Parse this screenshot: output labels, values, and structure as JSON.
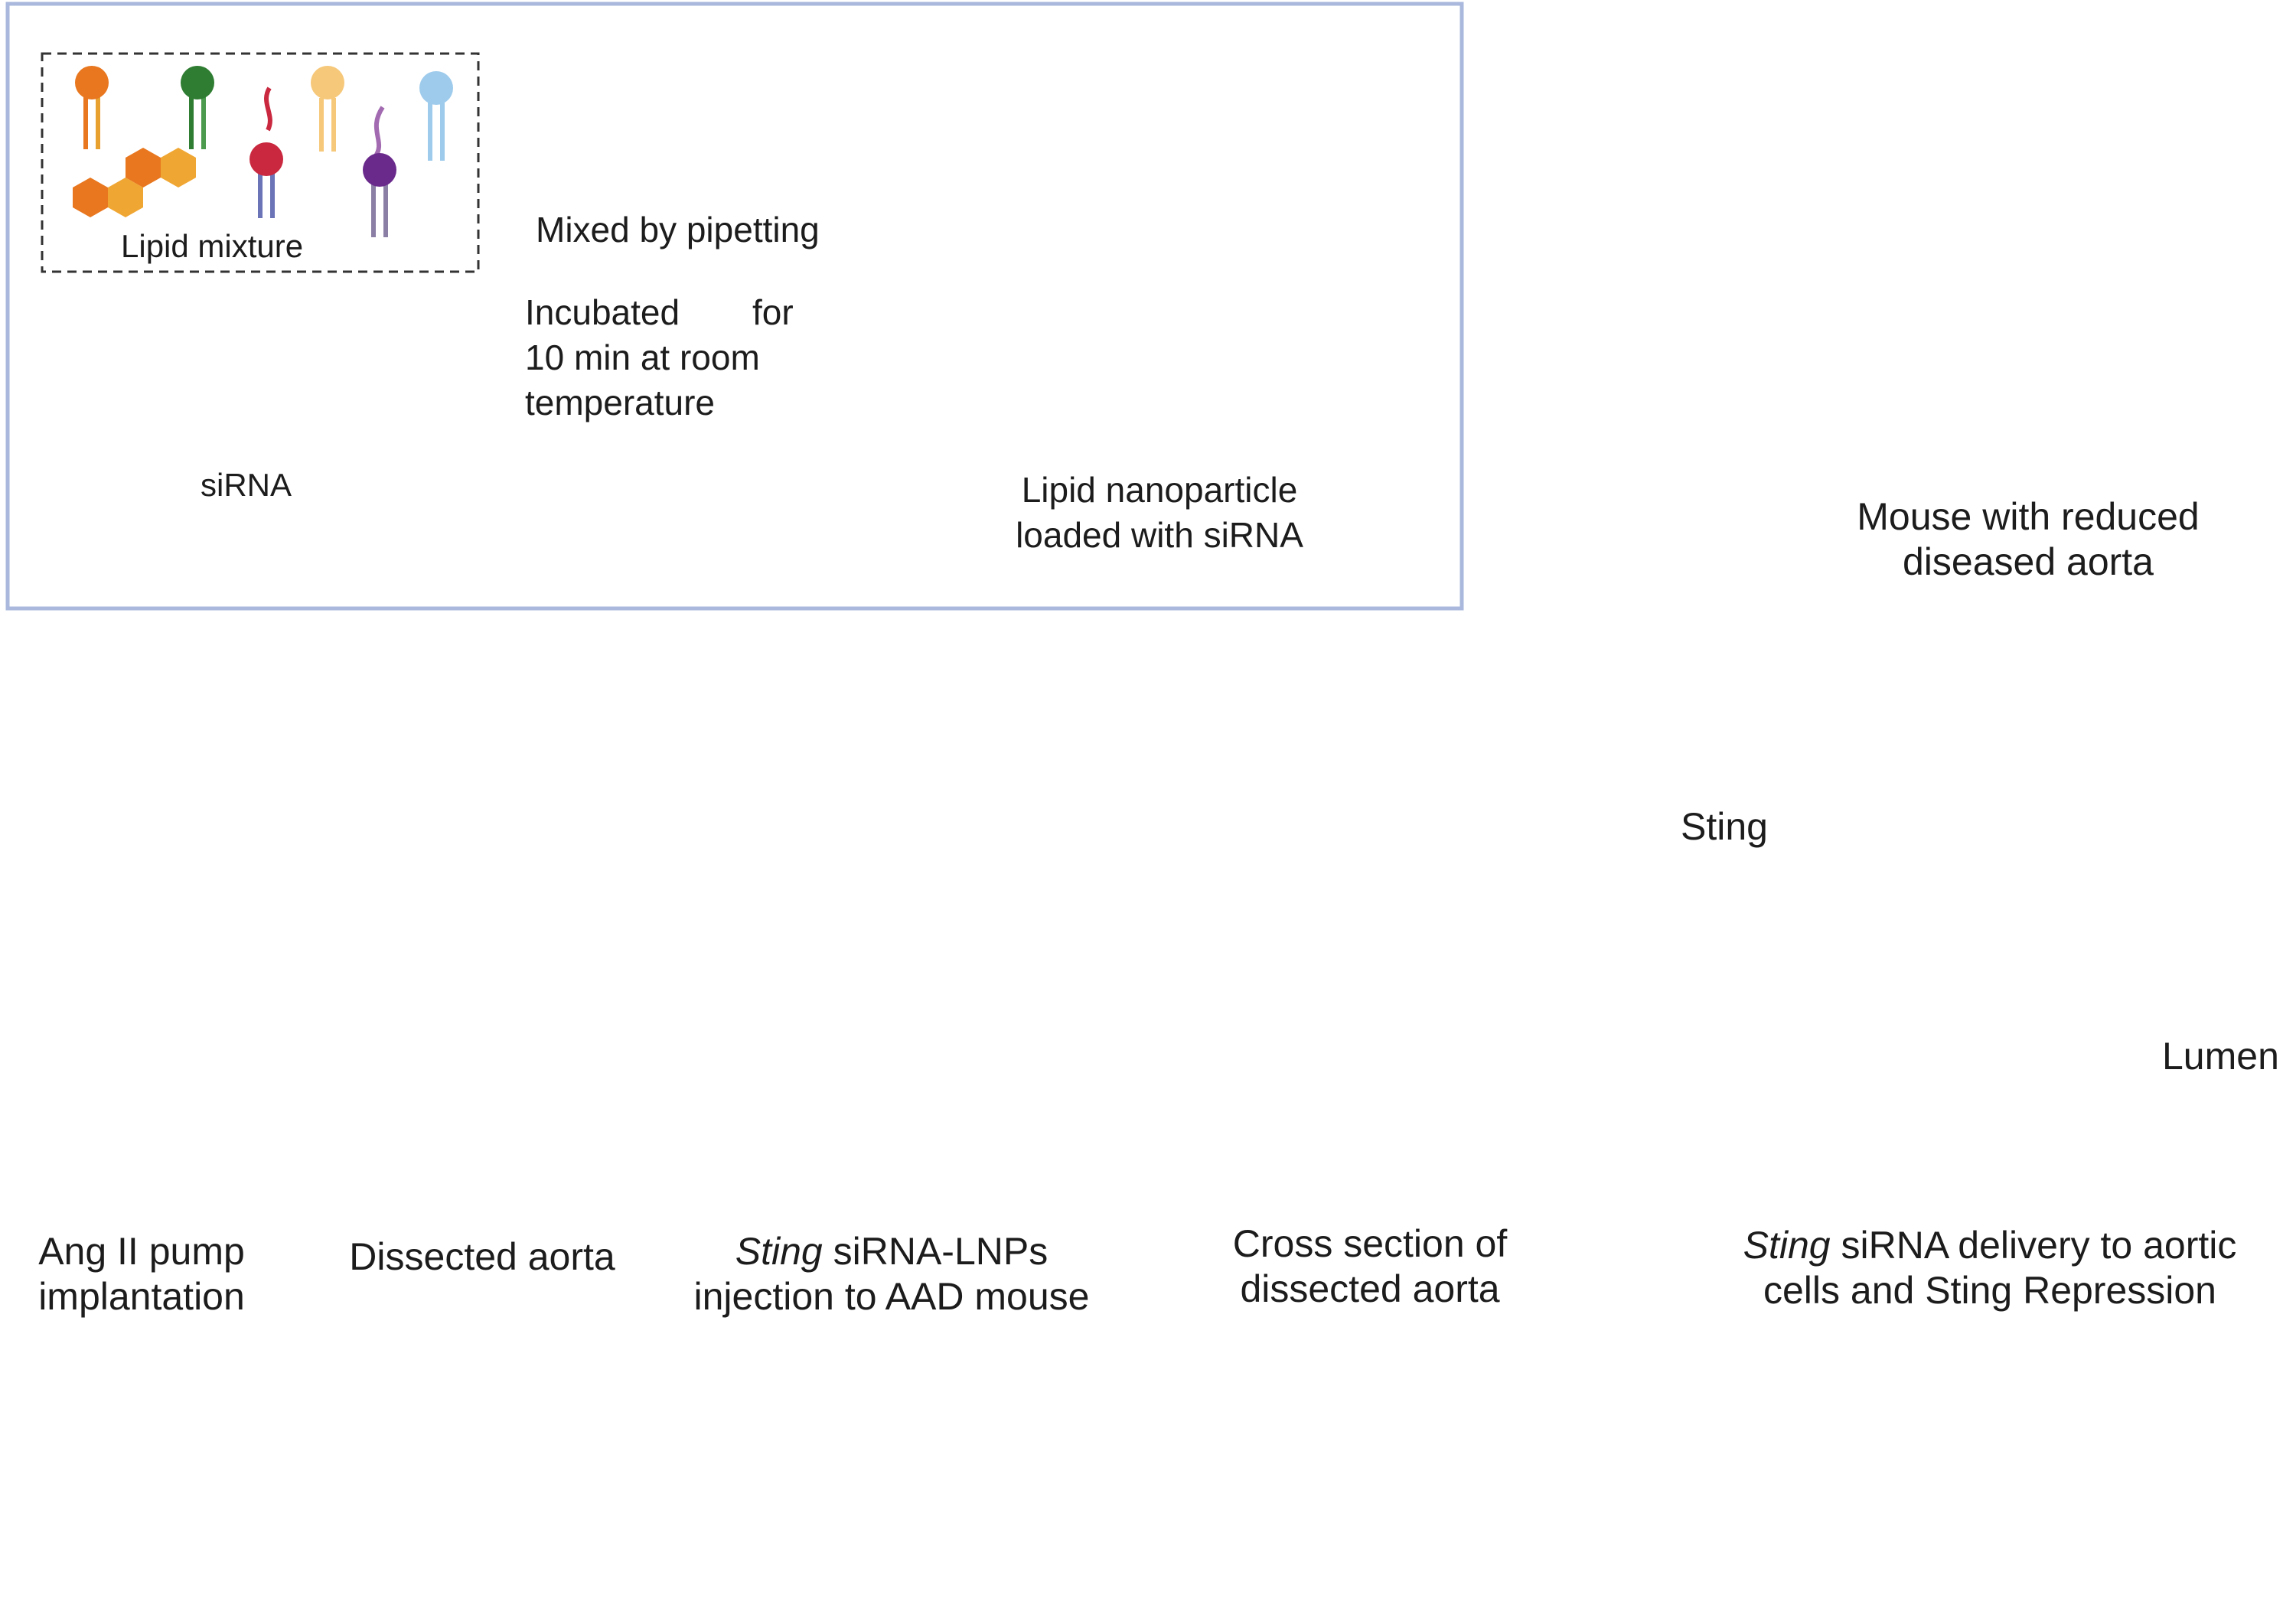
{
  "top_panel": {
    "lipid_mixture_label": "Lipid mixture",
    "sirna_label": "siRNA",
    "mixed_label": "Mixed by pipetting",
    "incubated_line1_a": "Incubated",
    "incubated_line1_b": "for",
    "incubated_line2": "10 min at room",
    "incubated_line3": "temperature",
    "lnp_line1": "Lipid nanoparticle",
    "lnp_line2": "loaded with siRNA"
  },
  "result": {
    "line1": "Mouse with reduced",
    "line2": "diseased aorta"
  },
  "steps": [
    {
      "line1": "Ang II pump",
      "line2": "implantation"
    },
    {
      "line1": "Dissected aorta"
    },
    {
      "line1_italic": "Sting",
      "line1_rest": " siRNA-LNPs",
      "line2": "injection to AAD mouse"
    },
    {
      "line1": "Cross section of",
      "line2": "dissected aorta"
    },
    {
      "line1_italic": "Sting",
      "line1_rest": " siRNA delivery to aortic",
      "line2": "cells and Sting Repression"
    }
  ],
  "zoom_panel": {
    "sting_label": "Sting",
    "lumen_label": "Lumen"
  },
  "colors": {
    "panel_border": "#a9b8dc",
    "aorta_healthy": "#e8858a",
    "aorta_diseased": "#8e1118",
    "mouse_body": "#4a4748",
    "lipid_orange": "#e8771f",
    "lipid_green": "#2f7d32",
    "lipid_red": "#c9283e",
    "lipid_purple": "#6a2a8c",
    "lipid_blue": "#9ecbec",
    "lipid_yellow": "#f6c87a"
  }
}
